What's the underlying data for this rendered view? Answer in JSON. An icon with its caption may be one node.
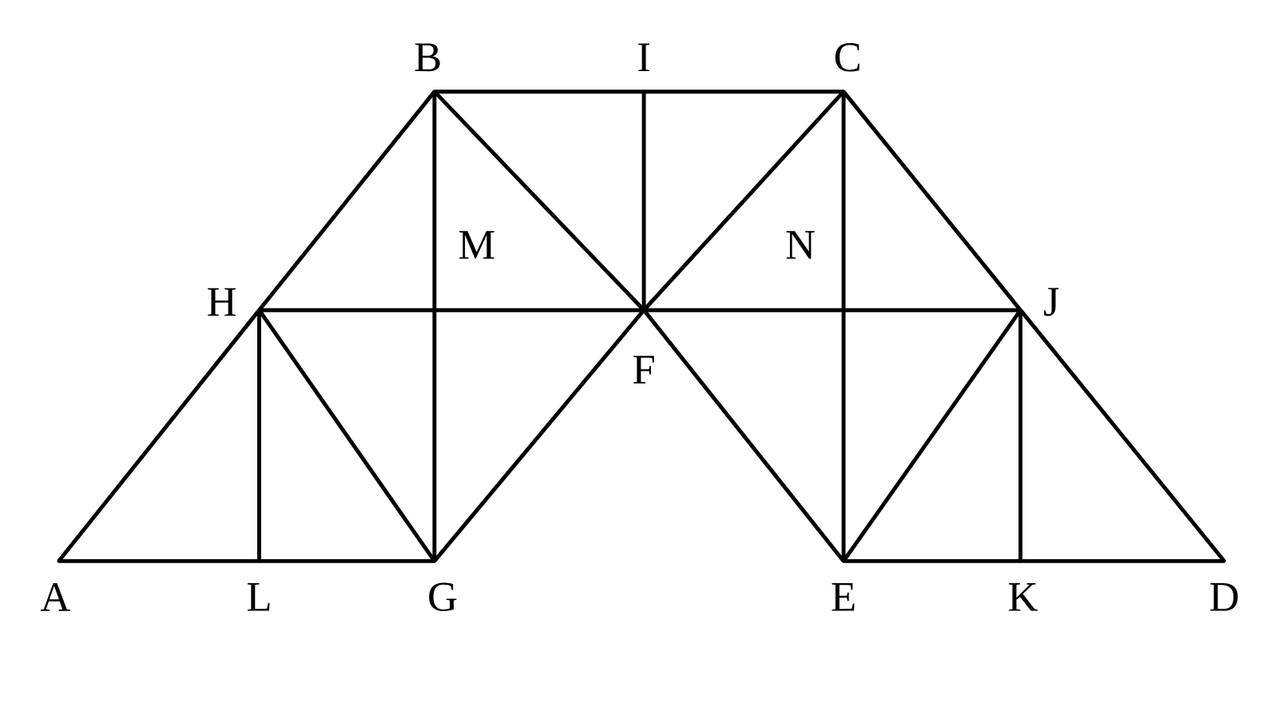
{
  "diagram": {
    "nodes": [
      {
        "text": [
          "A"
        ]
      },
      {
        "text": [
          "L"
        ]
      },
      {
        "text": [
          "G"
        ]
      },
      {
        "text": [
          "E"
        ]
      },
      {
        "text": [
          "K"
        ]
      },
      {
        "text": [
          "D"
        ]
      },
      {
        "text": [
          "H"
        ]
      },
      {
        "text": [
          "M"
        ]
      },
      {
        "text": [
          "F"
        ]
      },
      {
        "text": [
          "N"
        ]
      },
      {
        "text": [
          "J"
        ]
      },
      {
        "text": [
          "B"
        ]
      },
      {
        "text": [
          "I"
        ]
      },
      {
        "text": [
          "C"
        ]
      }
    ],
    "edges": [
      {
        "from": 0,
        "to": 1,
        "arrow": "none"
      },
      {
        "from": 1,
        "to": 2,
        "arrow": "none"
      },
      {
        "from": 3,
        "to": 4,
        "arrow": "none"
      },
      {
        "from": 4,
        "to": 5,
        "arrow": "none"
      },
      {
        "from": 0,
        "to": 6,
        "arrow": "none"
      },
      {
        "from": 6,
        "to": 11,
        "arrow": "none"
      },
      {
        "from": 13,
        "to": 10,
        "arrow": "none"
      },
      {
        "from": 10,
        "to": 5,
        "arrow": "none"
      },
      {
        "from": 11,
        "to": 12,
        "arrow": "none"
      },
      {
        "from": 12,
        "to": 13,
        "arrow": "none"
      },
      {
        "from": 1,
        "to": 6,
        "arrow": "none"
      },
      {
        "from": 11,
        "to": 7,
        "arrow": "none"
      },
      {
        "from": 7,
        "to": 2,
        "arrow": "none"
      },
      {
        "from": 12,
        "to": 8,
        "arrow": "none"
      },
      {
        "from": 13,
        "to": 9,
        "arrow": "none"
      },
      {
        "from": 9,
        "to": 3,
        "arrow": "none"
      },
      {
        "from": 4,
        "to": 10,
        "arrow": "none"
      },
      {
        "from": 6,
        "to": 7,
        "arrow": "none"
      },
      {
        "from": 7,
        "to": 8,
        "arrow": "none"
      },
      {
        "from": 8,
        "to": 9,
        "arrow": "none"
      },
      {
        "from": 9,
        "to": 10,
        "arrow": "none"
      },
      {
        "from": 6,
        "to": 2,
        "arrow": "none"
      },
      {
        "from": 2,
        "to": 8,
        "arrow": "none"
      },
      {
        "from": 11,
        "to": 8,
        "arrow": "none"
      },
      {
        "from": 8,
        "to": 13,
        "arrow": "none"
      },
      {
        "from": 8,
        "to": 3,
        "arrow": "none"
      },
      {
        "from": 3,
        "to": 10,
        "arrow": "none"
      }
    ]
  }
}
